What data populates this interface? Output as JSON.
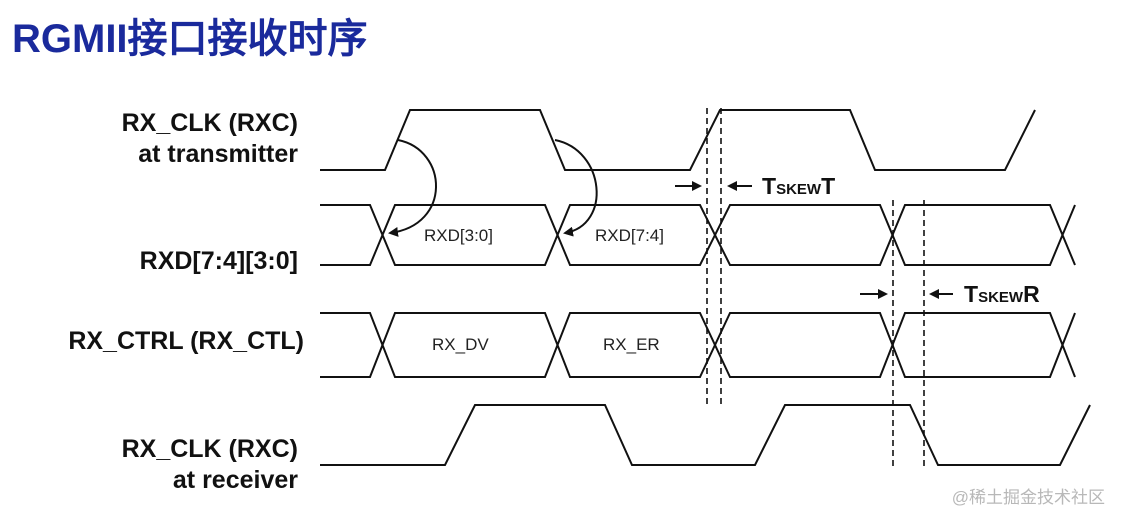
{
  "title": "RGMII接口接收时序",
  "signals": {
    "rx_clk_tx_line1": "RX_CLK (RXC)",
    "rx_clk_tx_line2": "at transmitter",
    "rxd": "RXD[7:4][3:0]",
    "rx_ctrl": "RX_CTRL (RX_CTL)",
    "rx_clk_rx_line1": "RX_CLK (RXC)",
    "rx_clk_rx_line2": "at receiver"
  },
  "data_cells": {
    "rxd_first": "RXD[3:0]",
    "rxd_second": "RXD[7:4]",
    "ctrl_first": "RX_DV",
    "ctrl_second": "RX_ER"
  },
  "skew_labels": {
    "t_skew_t_main": "T",
    "t_skew_t_sub": "SKEW",
    "t_skew_t_suffix": "T",
    "t_skew_r_main": "T",
    "t_skew_r_sub": "SKEW",
    "t_skew_r_suffix": "R"
  },
  "watermark": "@稀土掘金技术社区",
  "colors": {
    "title": "#1a2a9c",
    "line": "#111111"
  }
}
